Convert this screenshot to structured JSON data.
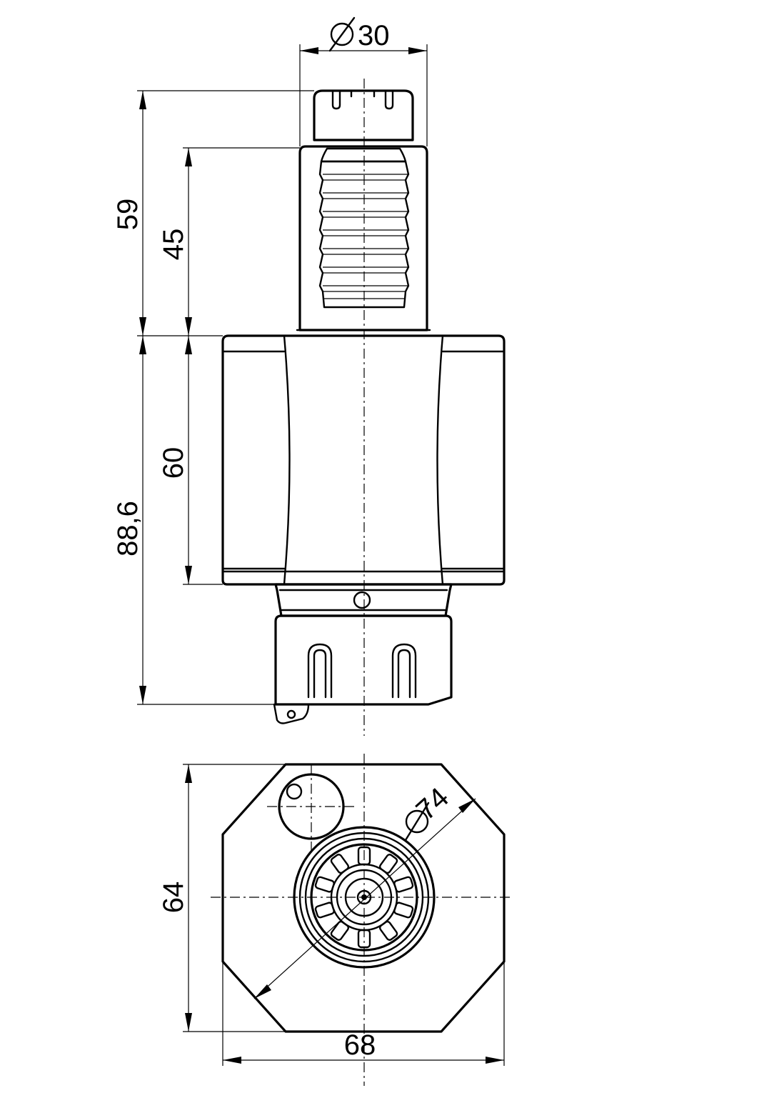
{
  "colors": {
    "line": "#000000",
    "background": "#ffffff"
  },
  "side_view": {
    "dim_top_diameter": "30",
    "dim_overall_upper": "59",
    "dim_shank": "45",
    "dim_body": "60",
    "dim_overall_lower": "88,6"
  },
  "front_view": {
    "dim_height": "64",
    "dim_width": "68",
    "dim_flange_diameter": "74"
  },
  "symbols": {
    "diameter_symbol": "diameter-icon"
  }
}
